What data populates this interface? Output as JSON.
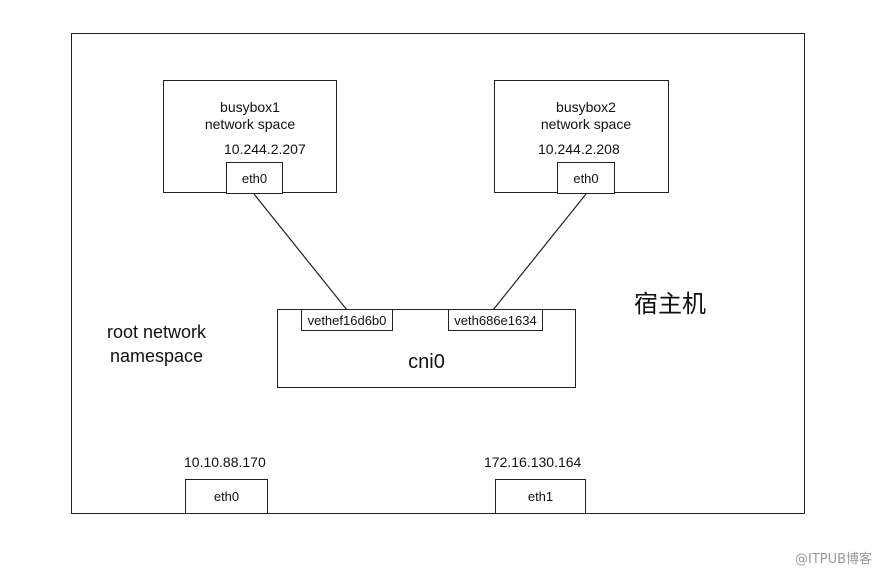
{
  "host": {
    "label": "宿主机",
    "root_namespace_line1": "root network",
    "root_namespace_line2": "namespace"
  },
  "containers": [
    {
      "name_line1": "busybox1",
      "name_line2": "network space",
      "ip": "10.244.2.207",
      "iface": "eth0"
    },
    {
      "name_line1": "busybox2",
      "name_line2": "network space",
      "ip": "10.244.2.208",
      "iface": "eth0"
    }
  ],
  "bridge": {
    "name": "cni0",
    "veth_left": "vethef16d6b0",
    "veth_right": "veth686e1634"
  },
  "host_nics": [
    {
      "ip": "10.10.88.170",
      "iface": "eth0"
    },
    {
      "ip": "172.16.130.164",
      "iface": "eth1"
    }
  ],
  "watermark": "@ITPUB博客"
}
